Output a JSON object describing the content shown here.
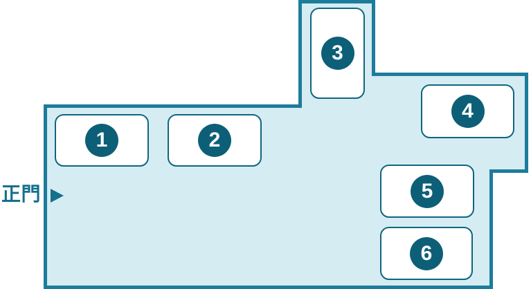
{
  "map": {
    "gate": {
      "label": "正門",
      "arrow_icon": "right-arrow"
    },
    "buildings": [
      {
        "label": "1"
      },
      {
        "label": "2"
      },
      {
        "label": "3"
      },
      {
        "label": "4"
      },
      {
        "label": "5"
      },
      {
        "label": "6"
      }
    ],
    "colors": {
      "ground_fill": "#d5ecf3",
      "ground_outline": "#1c7c9b",
      "building_fill": "#ffffff",
      "building_border": "#0f667f",
      "badge_fill": "#0d5f78",
      "badge_text": "#ffffff",
      "gate_text": "#15708c"
    }
  }
}
